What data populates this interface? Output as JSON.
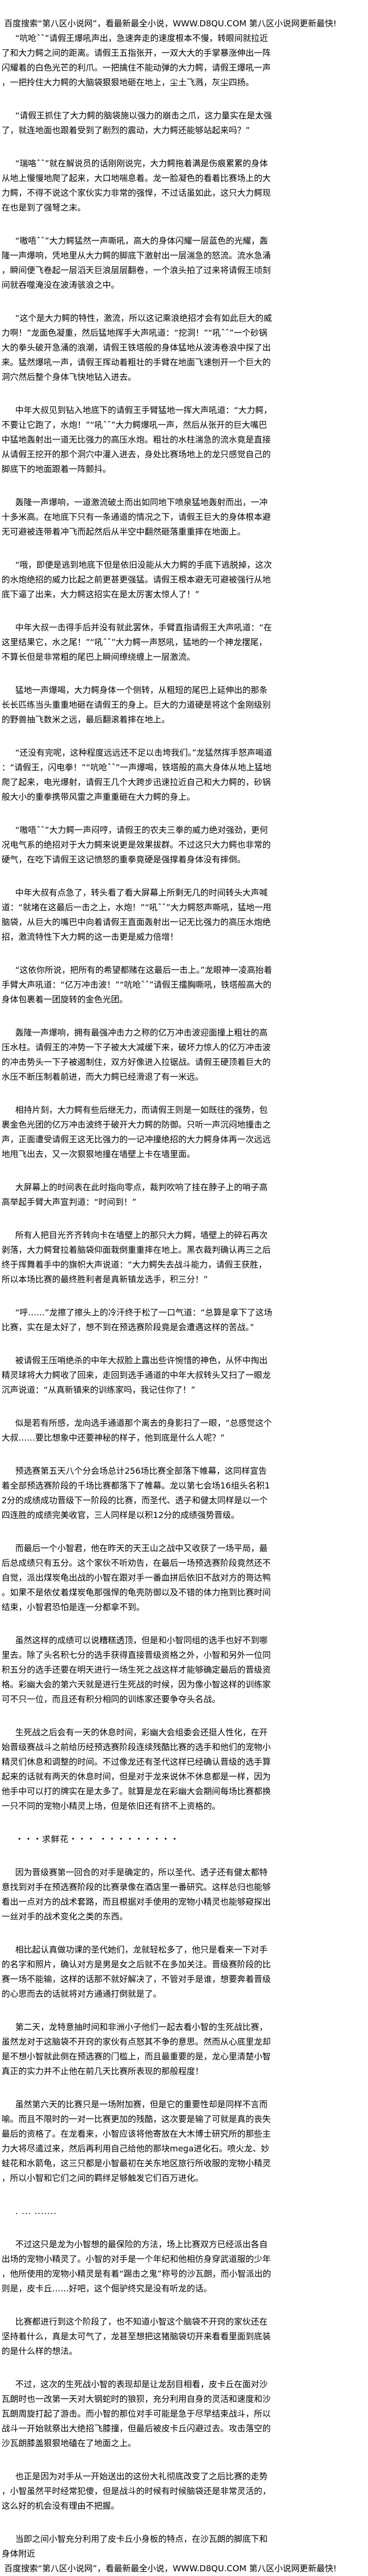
{
  "banner": {
    "top": "百度搜索“第八区小说网”，看最新最全小说，WWW.D8QU.COM  第八区小说网更新最快!",
    "bottom": "百度搜索“第八区小说网”，看最新最全小说，WWW.D8QU.COM  第八区小说网更新最快!"
  },
  "paragraphs": [
    "“吭呛ˆˆ”请假王爆吼声出，急速奔走的速度根本不慢，转眼间就拉近了和大力鳄之间的距离。请假王五指张开，一双大大的手掌暴涨伸出一阵闪耀着的白色光芒的利爪。一把擒住不能动弹的大力鳄，请假王爆吼一声，一把拎住大力鳄的大脑袋狠狠地砸在地上，尘土飞溅，灰尘四扬。",
    "“请假王抓住了大力鳄的脑袋施以强力的崩击之爪，这力量实在是太强了，就连地面也跟着受到了剧烈的震动，大力鳄还能够站起来吗？”",
    "“瑞咯ˆˆ”就在解说员的话刚刚说完，大力鳄拖着满是伤痕累累的身体从地上慢慢地爬了起来，大口地喘息着。龙一脸凝色的看着比赛场上的大力鳄，不得不说这个家伙实力非常的强悍，不过话虽如此，这只大力鳄现在也是到了强弩之末。",
    "“嗷唔ˆˆ”大力鳄猛然一声嘶吼，高大的身体闪耀一层蓝色的光耀，轰隆一声爆响，凭地里从大力鳄的脚底下激射出一层湍急的怒流。流水急涌，瞬间便飞卷起一层滔天巨浪层层翻卷，一个浪头拍了过来将请假王顷刻间就吞噬淹没在波涛骇浪之中。",
    "“这个是大力鳄的特性，激流，所以这记乘浪绝招才会有如此巨大的威力啊！”龙面色凝重，然后猛地挥手大声吼道：“挖洞！”“吼ˆˆ”一个砂锅大的拳头破开急涌的浪潮，请假王铁塔般的身体猛地从波涛卷浪中探了出来。猛然爆吼一声，请假王挥动着粗壮的手臂在地面飞速刨开一个巨大的洞穴然后整个身体飞快地钻入进去。",
    "中年大叔见到钻入地底下的请假王手臂猛地一挥大声吼道：“大力鳄，不要让它跑了，水炮！”“吼ˆˆ”大力鳄爆吼一声，然后从张开的巨大嘴巴中猛地轰射出一道无比强力的高压水炮。粗壮的水柱湍急的流水竟是直接从请假王挖开的那个洞穴中灌入进去，身处比赛场地上的龙只感觉自己的脚底下的地面跟着一阵颤抖。",
    "轰隆一声爆响，一道激流破土而出如同地下喷泉猛地轰射而出，一冲十多米高。在地底下只有一条通道的情况之下，请假王巨大的身体根本避无可避被连带着冲飞而起然后从半空中翻然砸落重重摔在地面上。",
    "“哦，即便是逃到地底下但是依旧没能从大力鳄的手底下逃脱掉，这次的水炮绝招的威力比起之前更甚更强猛。请假王根本避无可避被强行从地底下逼了出来，大力鳄这招实在是太厉害太惊人了！”",
    "中年大叔一击得手后并没有就此罢休，手臂直指请假王大声吼道：“在这里结果它，水之尾！”“吼ˆˆ”大力鳄一声怒吼，猛地的一个神龙摆尾，不算长但是非常粗的尾巴上瞬间缭绕缠上一层激流。",
    "猛地一声爆喝，大力鳄身体一个侧转，从粗短的尾巴上延伸出的那条长长匹练当头重重地砸在请假王的身上。巨大的力道硬是将这个金刚级别的野兽抽飞数米之远，最后翻滚着摔在地上。",
    "“还没有完呢，这种程度远远还不足以击垮我们。”龙猛然挥手怒声喝道：“请假王，闪电拳！”“吭呛ˆˆ”一声爆喝，铁塔般的高大身体从地上猛地爬了起来，电光爆射，请假王几个大跨步迅速拉近自己和大力鳄的，砂锅般大小的重拳携带风雷之声重重砸在大力鳄的身上。",
    "“嗷唔ˆˆ”大力鳄一声闷哼，请假王的农夫三拳的威力绝对强劲，更何况电气系的绝招对于大力鳄来说更是效果拔群。不过这只大力鳄也非常的硬气，在吃下请假王这记愤怒的重拳竟硬是强撑着身体没有摔倒。",
    "中年大叔有点急了，转头看了看大屏幕上所剩无几的时间转头大声喊道：“就堵在这最后一击之上，水炮！”“吼ˆˆ”大力鳄怒声嘶吼，猛地一甩脑袋，从巨大的嘴巴中向着请假王直面轰射出一记无比强力的高压水炮绝招，激流特性下大力鳄的这一击更是威力倍增！",
    "“这依你所说，把所有的希望都赌在这最后一击上。”龙眼神一凌高抬着手臂大声吼道：“亿万冲击波！”“吭呛ˆˆ”请假王擂胸嘶吼，铁塔般高大的身体包裹着一团旋转的金色光团。",
    "轰隆一声爆响，拥有最强冲击力之称的亿万冲击波迎面撞上粗壮的高压水柱。请假王的冲势一下子被大大减缓下来，破坏力惊人的亿万冲击波的冲击势头一下子被遏制住，双方好像进入拉锯战。请假王硬顶着巨大的水压不断压制着前进，而大力鳄已经滑退了有一米远。",
    "相持片刻，大力鳄有些后继无力，而请假王则是一如既往的强势，包裹金色光团的亿万冲击波终于破开大力鳄的防御。只听一声沉闷地撞击之声，正面遭受请假王这无比强力的一记冲撞绝招的大力鳄身体再一次远远地甩飞出去，又一次狠狠地撞在墙壁上卡在墙里面。",
    "大屏幕上的时间表在此时指向零点，裁判吹响了挂在脖子上的哨子高高举起手臂大声宣判道：“时间到！”",
    "所有人把目光齐齐转向卡在墙壁上的那只大力鳄，墙壁上的碎石再次剥落，大力鳄耷拉着脑袋仰面栽倒重重摔在地上。黑衣裁判确认再三之后终于挥舞着手中的旗帜大声说道：“大力鳄失去战斗能力，请假王获胜，所以本场比赛的最终胜利者是真新镇龙选手，积三分！”",
    "“呼……”龙擦了擦头上的冷汗终于松了一口气道：“总算是拿下了这场比赛，实在是太好了，想不到在预选赛阶段竟是会遭遇这样的苦战。”",
    "被请假王压哨绝杀的中年大叔脸上露出些许惋惜的神色，从怀中掏出精灵球将大力鳄收了回来，走回到选手通道的中年大叔转头又扫了一眼龙沉声说道：“从真新镇来的训练家吗，我记住你了！”",
    "似是若有所感，龙向选手通道那个离去的身影扫了一眼，“总感觉这个大叔……要比想象中还要神秘的样子，他到底是什么人呢？”",
    "预选赛第五天八个分会场总计256场比赛全部落下帷幕，这同样宣告着全部预选赛阶段的千场比赛都落下了帷幕。龙以第七会场16组头名积12分的成绩成功晋级下一阶段的比赛，而圣代、透子和健太同样是以一个四连胜的成绩完美收官，三人同样是以积12分的成绩强势晋级。",
    "而最后一个小智君，他在昨天的天王山之战中又收获了一场平局，最后总成绩只有五分。这个家伙不听劝告，在最后一场预选赛阶段竟然还不自觉，派出煤炭龟出战的小智在跟对手一番血拼后依旧不敌对方的哥达鸭。如果不是依仗着煤炭龟那强悍的龟壳防御以及不错的体力拖到比赛时间结束，小智君恐怕是连一分都拿不到。",
    "虽然这样的成绩可以说糟糕透顶，但是和小智同组的选手也好不到哪里去。除了头名积七分的选手获得直接晋级资格之外，小智和另外一位同积五分的选手还要在明天进行一场生死之战这样才能够确定最后的晋级资格。彩幽大会的第六天就是进行生死战的时候，因为像小智这样的训练家可不只一位，而且还有积分相同的训练家还要争夺头名战。",
    "生死战之后会有一天的休息时间，彩幽大会组委会还挺人性化，在开始晋级赛战斗之前给历经预选赛阶段连续残酷比赛的选手和他们的宠物小精灵们休息和调整的时间。不过像龙还有圣代这样已经确认晋级的选手算起来的话就有两天的休息时间，但是对于龙来说休不休息都是一样，因为他手中可以打的牌实在是太多了。就算是龙在彩幽大会期间每场比赛都换一只不同的宠物小精灵上场，但是依旧还有挤不上资格的。",
    "・・・求鲜花・・・ ・・・・・・・・・",
    "因为晋级赛第一回合的对手是确定的，所以圣代、透子还有健太都特意找到对手在预选赛阶段的比赛录像在酒店里一番研究。这样总归也能够看出一点对方的战术套路，而且根据对手使用的宠物小精灵也能够窥探出一丝对手的战术变化之类的东西。",
    "相比起认真做功课的圣代她们，龙就轻松多了，他只是看来一下对手的名字和照片，确认对方是男是女之后就不在多加关注。晋级赛阶段的比赛一场不能输，这样的话那不就好解决了，不管对手是谁，想要奔着晋级的心思而去的话就将对方通通打倒就是了。",
    "第二天，龙特意抽时间和非洲小子他们一起去看小智的生死战比赛，虽然龙对于这脑袋不开窍的家伙有点怒其不争的意思。然而从心底里龙却是不想小智就此倒在预选赛的门槛上，而且最重要的是，龙心里清楚小智真正的实力并不止他在前几天比赛所表现的那般程度！",
    "虽然第六天的比赛只是一场附加赛，但是它的重要性却是同样不言而喻。而且不限时的一对一比赛更加的残酷，这次要是输了可就是真的丧失最后的资格了。在龙看来，小智应该将他寄放在大木博士研究所的那些主力大将尽遣过来，然后再利用自己给他的那块mega进化石。喷火龙、妙蛙花和水箭龟，这三只都是小智最初在关东地区旅行所收服的宠物小精灵，所以小智和它们之间的羁绊足够触发它们百万进化。",
    ". ... .......",
    "不过这只是龙为小智想的最保险的方法，场上比赛双方已经派出各自出场的宠物小精灵了。小智的对手是一个年纪和他相仿身穿武道服的少年，他所使用的宠物小精灵是有着“踢击之鬼”称号的沙瓦朗，而小智派出的则是，皮卡丘……好吧，这个倔驴终究是没有听龙的话。",
    "比赛都进行到这个阶段了，也不知道小智这个脑袋不开窍的家伙还在坚持着什么，真是太可气了，龙甚至想把这猪脑袋切开来看看里面到底装的是什么样的想法。",
    "不过，这次的生死战小智的表现却是让龙刮目相看，皮卡丘在面对沙瓦朗时也一改第一天对大钢蛇时的狼狈，充分利用自身的灵活和速度和沙瓦朗周旋打起了游击。而小智的那位对手可能是急于尽早结束战斗，所以战斗一开始就祭出大绝招飞膝撞，但最后被皮卡丘闪避过去。攻击落空的沙瓦朗膝盖狠狠地磕在了地面之上。",
    "也正是因为对手从一开始送出的这份大礼彻底改变了之后比赛的走势，小智虽然平时经常犯傻，但是战斗的时候有时候脑袋还是非常灵活的，这么好的机会没有理由不把握。",
    "当即之间小智充分利用了皮卡丘小身板的特点，在沙瓦朗的脚底下和身体附近"
  ]
}
